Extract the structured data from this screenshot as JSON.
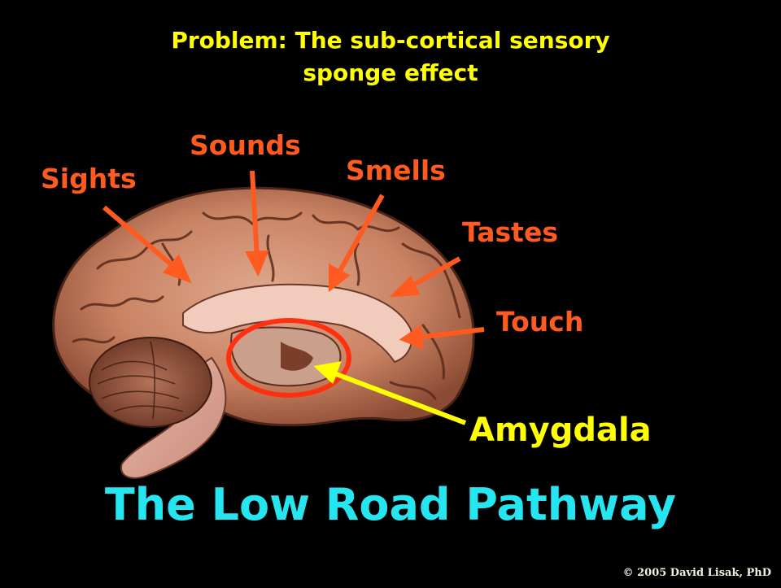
{
  "slide": {
    "title": "Problem: The sub-cortical sensory sponge effect",
    "title_line1": "Problem: The sub-cortical sensory",
    "title_line2": "sponge effect",
    "labels": {
      "sights": "Sights",
      "sounds": "Sounds",
      "smells": "Smells",
      "tastes": "Tastes",
      "touch": "Touch",
      "amygdala": "Amygdala"
    },
    "subtitle": "The Low Road Pathway",
    "copyright": "© 2005 David Lisak, PhD"
  },
  "colors": {
    "background": "#000000",
    "title": "#ffff00",
    "sense_label": "#ff5a1f",
    "arrow_orange": "#ff5a1f",
    "arrow_yellow": "#ffff00",
    "highlight_circle": "#ff3010",
    "subtitle": "#25e6f0",
    "copyright": "#f4f0e0"
  },
  "image": {
    "subject": "sagittal-brain-photo"
  }
}
